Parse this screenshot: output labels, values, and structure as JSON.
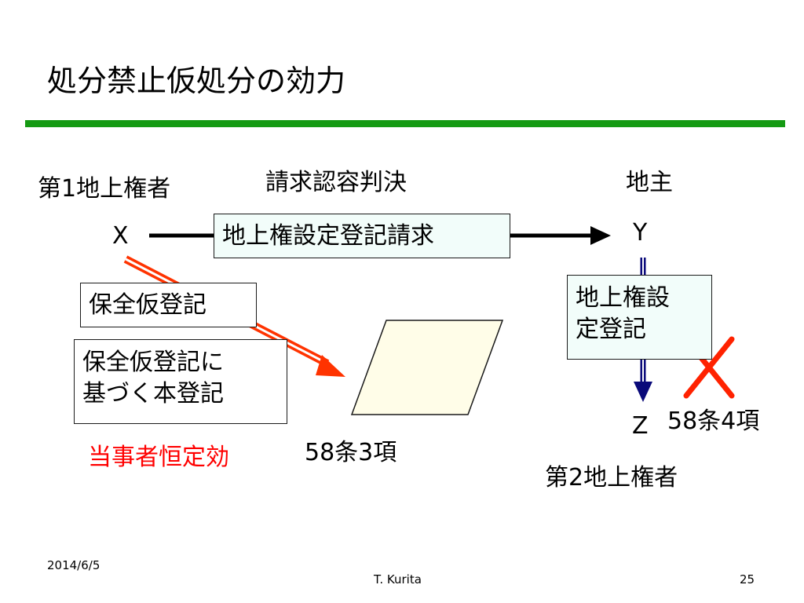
{
  "slide": {
    "title": "処分禁止仮処分の効力",
    "colors": {
      "title_rule": "#159a13",
      "effect_text": "#ff0000",
      "cross_mark": "#ff2200",
      "red_arrow": "#ff3300",
      "blue_arrow": "#0a0a7a"
    }
  },
  "diagram": {
    "party_left_role": "第1地上権者",
    "party_left_letter": "X",
    "judgment_label": "請求認容判決",
    "owner_role": "地主",
    "party_right_letter": "Y",
    "claim_box": "地上権設定登記請求",
    "provisional_box": "保全仮登記",
    "final_box_line1": "保全仮登記に",
    "final_box_line2": "基づく本登記",
    "right_box_line1": "地上権設",
    "right_box_line2": "定登記",
    "party_bottom_letter": "Z",
    "article_3": "58条3項",
    "article_4": "58条4項",
    "second_holder": "第2地上権者",
    "effect_label": "当事者恒定効",
    "cross_icon": "x-mark-icon"
  },
  "footer": {
    "date": "2014/6/5",
    "author": "T. Kurita",
    "page": "25"
  }
}
